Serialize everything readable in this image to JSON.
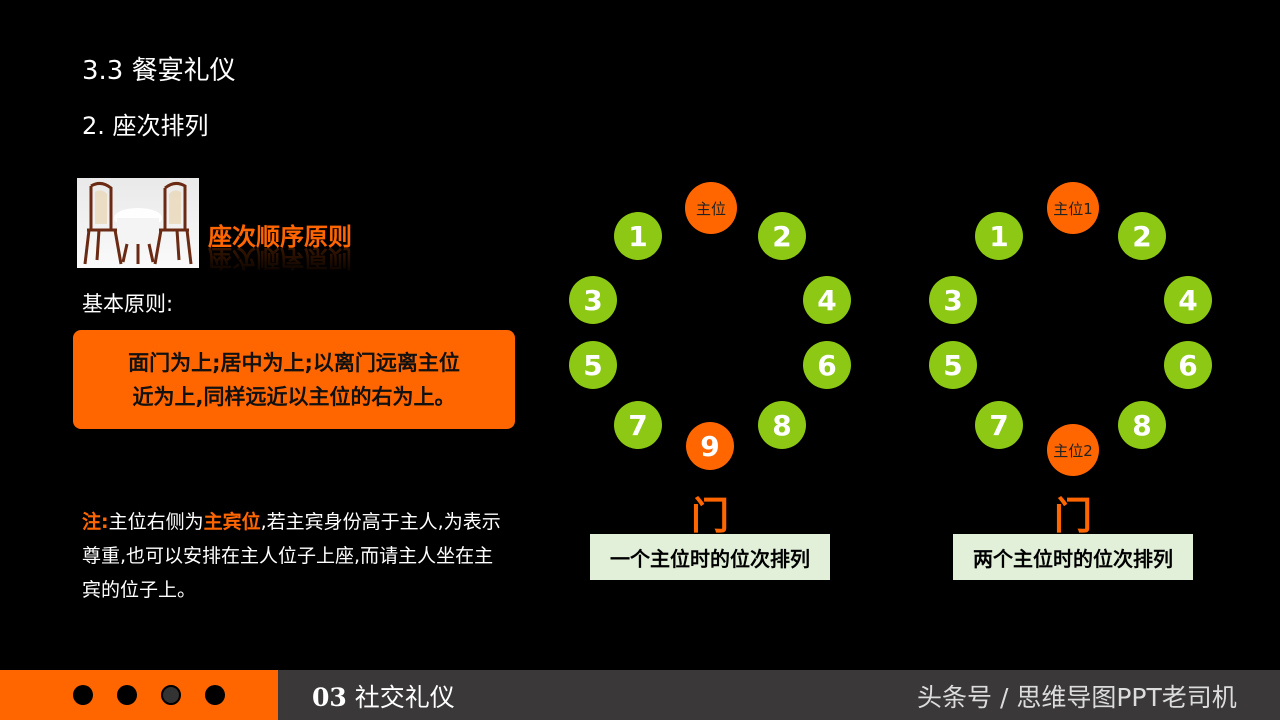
{
  "header": {
    "section_title": "3.3  餐宴礼仪",
    "subsection_title": "2. 座次排列"
  },
  "principle": {
    "heading": "座次顺序原则",
    "basic_label": "基本原则:",
    "rule_line1": "面门为上;居中为上;以离门远离主位",
    "rule_line2": "近为上,同样远近以主位的右为上。"
  },
  "note": {
    "prefix": "注:",
    "text1": "主位右侧为",
    "highlight": "主宾位",
    "text2": ",若主宾身份高于主人,为表示尊重,也可以安排在主人位子上座,而请主人坐在主宾的位子上。"
  },
  "diagram_single": {
    "host_label": "主位",
    "seats": [
      "1",
      "2",
      "3",
      "4",
      "5",
      "6",
      "7",
      "8",
      "9"
    ],
    "door_label": "门",
    "caption": "一个主位时的位次排列"
  },
  "diagram_double": {
    "host1_label": "主位1",
    "host2_label": "主位2",
    "seats": [
      "1",
      "2",
      "3",
      "4",
      "5",
      "6",
      "7",
      "8"
    ],
    "door_label": "门",
    "caption": "两个主位时的位次排列"
  },
  "footer": {
    "section_number": "03",
    "section_name": "社交礼仪",
    "watermark": "头条号 / 思维导图PPT老司机",
    "nav_dots": 4,
    "active_dot": 3
  },
  "colors": {
    "accent": "#ff6600",
    "seat_green": "#8cc814",
    "caption_bg": "#e2f0d9",
    "footer_dark": "#3a3838"
  }
}
